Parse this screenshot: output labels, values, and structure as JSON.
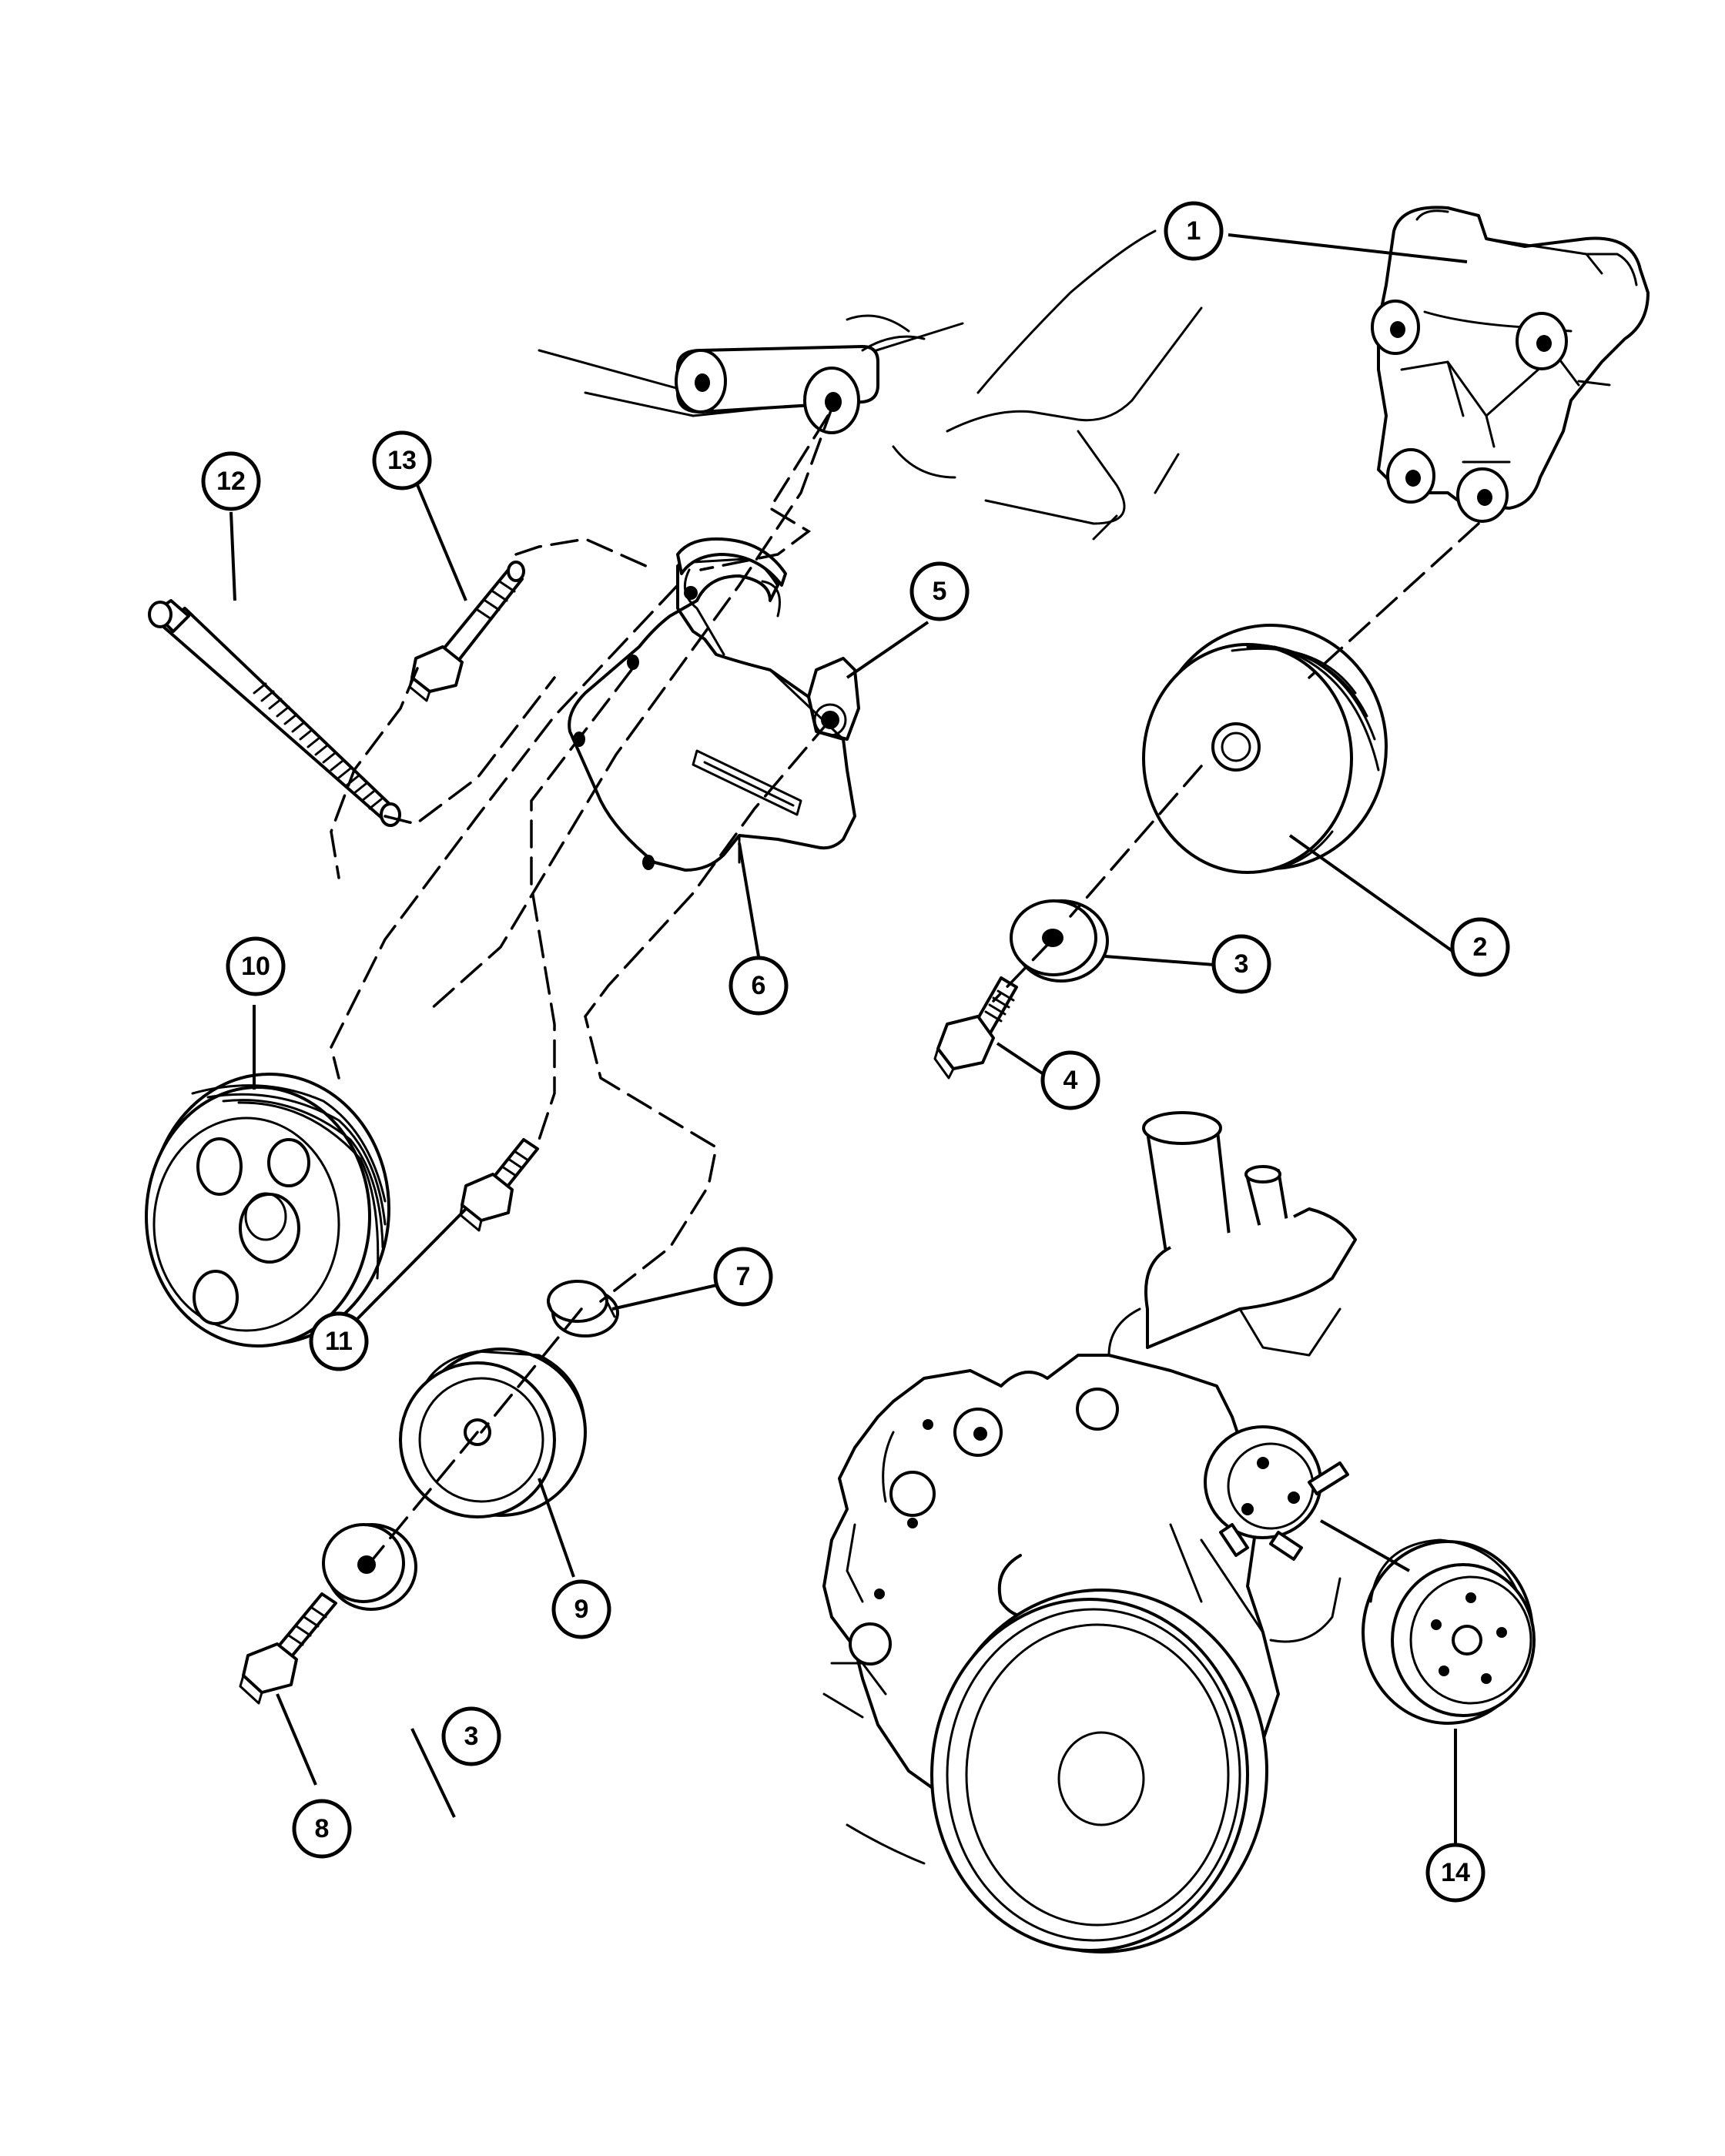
{
  "callouts": [
    {
      "id": "c1",
      "label": "1"
    },
    {
      "id": "c2",
      "label": "2"
    },
    {
      "id": "c3a",
      "label": "3"
    },
    {
      "id": "c3b",
      "label": "3"
    },
    {
      "id": "c4",
      "label": "4"
    },
    {
      "id": "c5",
      "label": "5"
    },
    {
      "id": "c6",
      "label": "6"
    },
    {
      "id": "c7",
      "label": "7"
    },
    {
      "id": "c8",
      "label": "8"
    },
    {
      "id": "c9",
      "label": "9"
    },
    {
      "id": "c10",
      "label": "10"
    },
    {
      "id": "c11",
      "label": "11"
    },
    {
      "id": "c12",
      "label": "12"
    },
    {
      "id": "c13",
      "label": "13"
    },
    {
      "id": "c14",
      "label": "14"
    }
  ]
}
